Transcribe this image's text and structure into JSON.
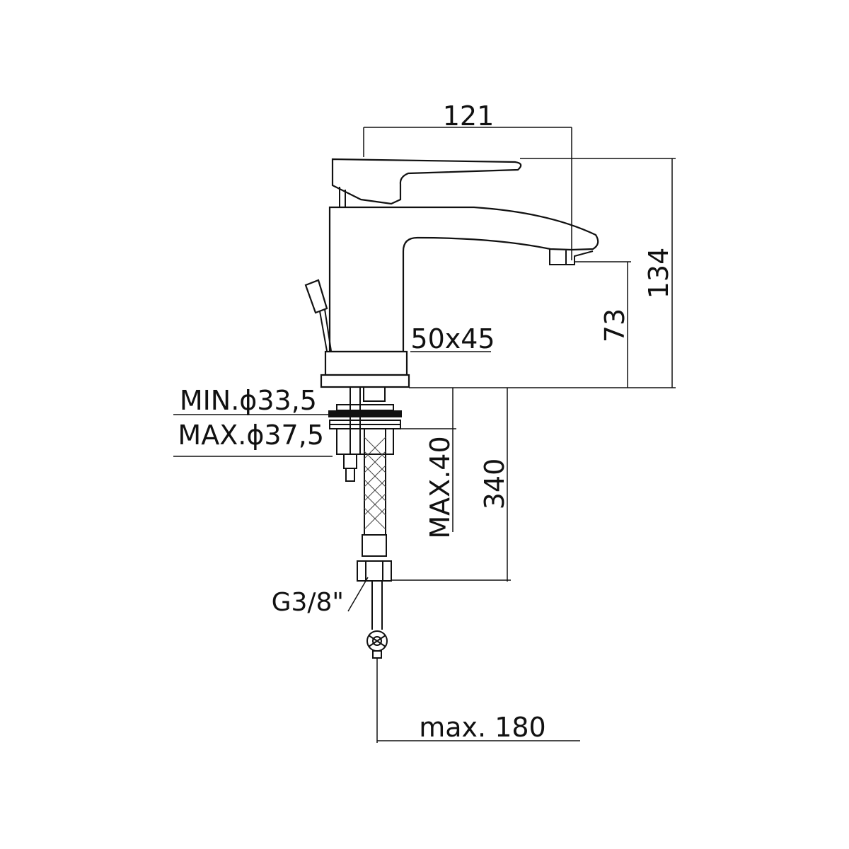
{
  "dimensions": {
    "width_121": "121",
    "height_134": "134",
    "height_73": "73",
    "base_50x45": "50x45",
    "min_hole": "MIN.ϕ33,5",
    "max_hole": "MAX.ϕ37,5",
    "max_40": "MAX.40",
    "hose_340": "340",
    "thread": "G3/8\"",
    "max_180": "max. 180"
  }
}
